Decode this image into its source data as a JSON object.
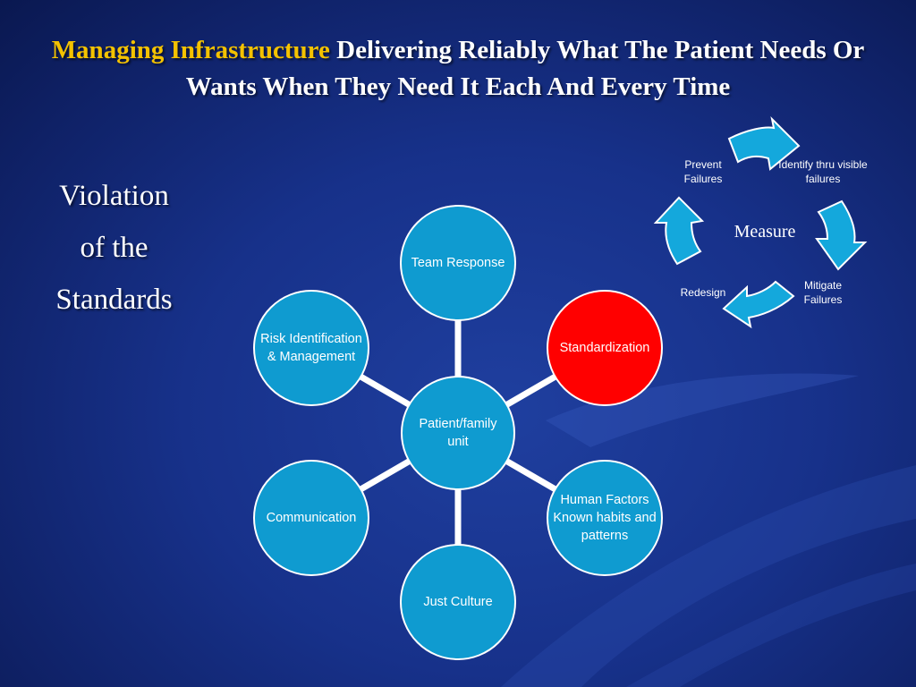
{
  "slide": {
    "title_accent": "Managing Infrastructure",
    "title_main": "Delivering Reliably What The Patient Needs Or Wants When They Need It Each And Every Time",
    "violation_lines": [
      "Violation",
      "of  the",
      "Standards"
    ]
  },
  "hub": {
    "center": {
      "label": "Patient/family unit"
    },
    "nodes": [
      {
        "id": "team-response",
        "label": "Team Response",
        "color": "#0f9bd0"
      },
      {
        "id": "standardization",
        "label": "Standardization",
        "color": "#ff0000"
      },
      {
        "id": "human-factors",
        "label": "Human Factors Known habits and patterns",
        "color": "#0f9bd0"
      },
      {
        "id": "just-culture",
        "label": "Just Culture",
        "color": "#0f9bd0"
      },
      {
        "id": "communication",
        "label": "Communication",
        "color": "#0f9bd0"
      },
      {
        "id": "risk-identification",
        "label": "Risk Identification & Management",
        "color": "#0f9bd0"
      }
    ],
    "node_fill": "#0f9bd0",
    "connector_color": "#ffffff"
  },
  "cycle": {
    "center": "Measure",
    "steps": [
      {
        "id": "identify",
        "label": "Identify thru visible failures"
      },
      {
        "id": "mitigate",
        "label": "Mitigate Failures"
      },
      {
        "id": "redesign",
        "label": "Redesign"
      },
      {
        "id": "prevent",
        "label": "Prevent Failures"
      }
    ],
    "arrow_color": "#14a8dc"
  },
  "theme": {
    "background": "#17318a",
    "accent": "#f4c200",
    "text": "#ffffff"
  }
}
